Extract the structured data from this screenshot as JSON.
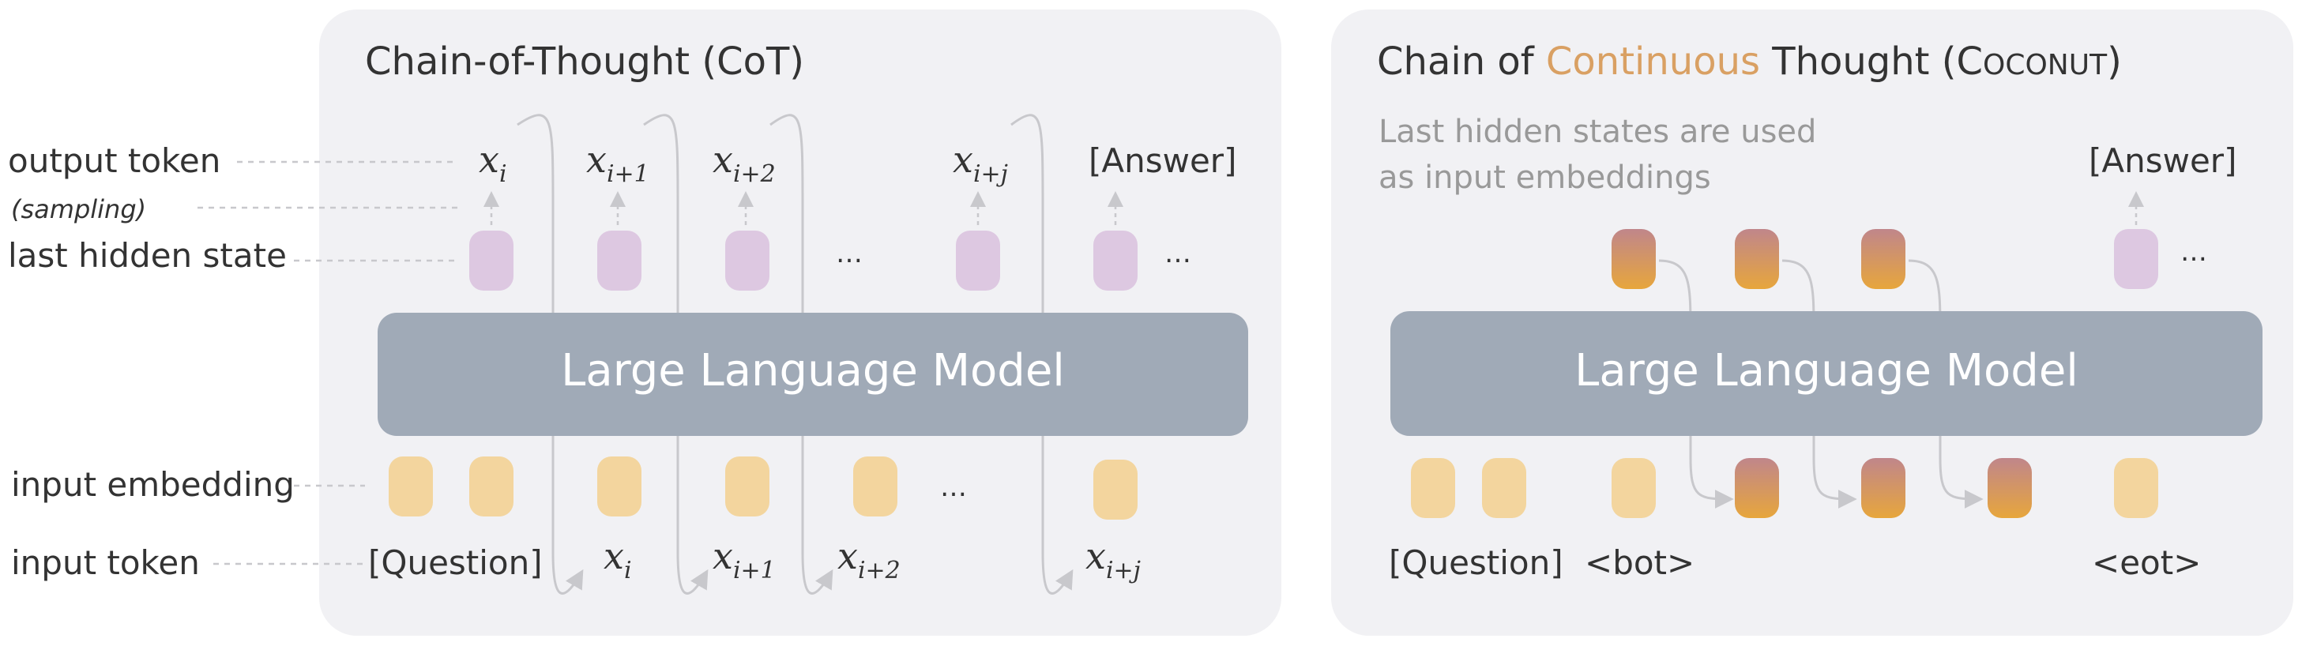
{
  "labels": {
    "output_token": "output token",
    "sampling": "(sampling)",
    "last_hidden_state": "last hidden state",
    "input_embedding": "input embedding",
    "input_token": "input token"
  },
  "cot": {
    "title": "Chain-of-Thought (CoT)",
    "llm_label": "Large Language Model",
    "outputs": {
      "x": "x",
      "i": "i",
      "i1": "i+1",
      "i2": "i+2",
      "ij": "i+j",
      "answer": "[Answer]",
      "ellipsis1": "…",
      "ellipsis2": "…"
    },
    "inputs": {
      "question": "[Question]",
      "x": "x",
      "i": "i",
      "i1": "i+1",
      "i2": "i+2",
      "ij": "i+j",
      "ellipsis": "…"
    }
  },
  "coconut": {
    "title_part1": "Chain of ",
    "title_highlight": "Continuous",
    "title_part2": " Thought (C",
    "title_smallcaps": "OCONUT",
    "title_end": ")",
    "note_line1": "Last hidden states are used",
    "note_line2": "as input embeddings",
    "answer": "[Answer]",
    "ellipsis": "…",
    "llm_label": "Large Language Model",
    "inputs": {
      "question": "[Question]",
      "bot": "<bot>",
      "eot": "<eot>"
    }
  },
  "colors": {
    "panel_bg": "#f1f1f4",
    "llm_box": "#a0aab7",
    "hidden_state": "#ddc8e1",
    "embedding": "#f3d59e",
    "continuous_top": "#c0868b",
    "continuous_bottom": "#e7a63c",
    "highlight_text": "#d9a063",
    "arrow": "#cfcfd3",
    "dashed": "#c8c8cc",
    "text": "#333333",
    "muted_text": "#999999"
  }
}
